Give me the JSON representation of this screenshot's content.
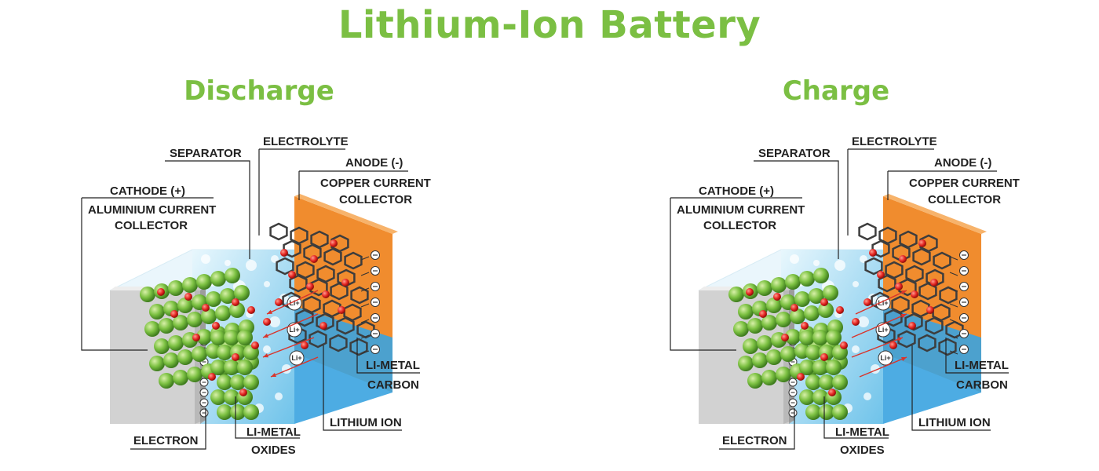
{
  "title": "Lithium-Ion Battery",
  "panels": [
    {
      "subtitle": "Discharge",
      "labels": {
        "separator": "SEPARATOR",
        "electrolyte": "ELECTROLYTE",
        "anode": "ANODE (-)",
        "copper_1": "COPPER CURRENT",
        "copper_2": "COLLECTOR",
        "cathode": "CATHODE (+)",
        "aluminium_1": "ALUMINIUM CURRENT",
        "aluminium_2": "COLLECTOR",
        "li_metal_carbon_1": "LI-METAL",
        "li_metal_carbon_2": "CARBON",
        "lithium_ion": "LITHIUM ION",
        "electron": "ELECTRON",
        "li_metal_oxides_1": "LI-METAL",
        "li_metal_oxides_2": "OXIDES"
      },
      "ion_label": "Li+",
      "arrow_direction": "to-cathode"
    },
    {
      "subtitle": "Charge",
      "labels": {
        "separator": "SEPARATOR",
        "electrolyte": "ELECTROLYTE",
        "anode": "ANODE (-)",
        "copper_1": "COPPER CURRENT",
        "copper_2": "COLLECTOR",
        "cathode": "CATHODE (+)",
        "aluminium_1": "ALUMINIUM CURRENT",
        "aluminium_2": "COLLECTOR",
        "li_metal_carbon_1": "LI-METAL",
        "li_metal_carbon_2": "CARBON",
        "lithium_ion": "LITHIUM ION",
        "electron": "ELECTRON",
        "li_metal_oxides_1": "LI-METAL",
        "li_metal_oxides_2": "OXIDES"
      },
      "ion_label": "Li+",
      "arrow_direction": "to-anode"
    }
  ],
  "colors": {
    "title": "#7bbf43",
    "cathode_particles": "#7cc142",
    "lithium_ion": "#e52521",
    "electrolyte": "#8fd3f0",
    "anode_collector": "#f08c2e",
    "aluminium_collector": "#c9c9c9",
    "carbon_lattice": "#3d3d3d"
  },
  "icons": [
    "electron-icon",
    "lithium-ion-icon"
  ]
}
